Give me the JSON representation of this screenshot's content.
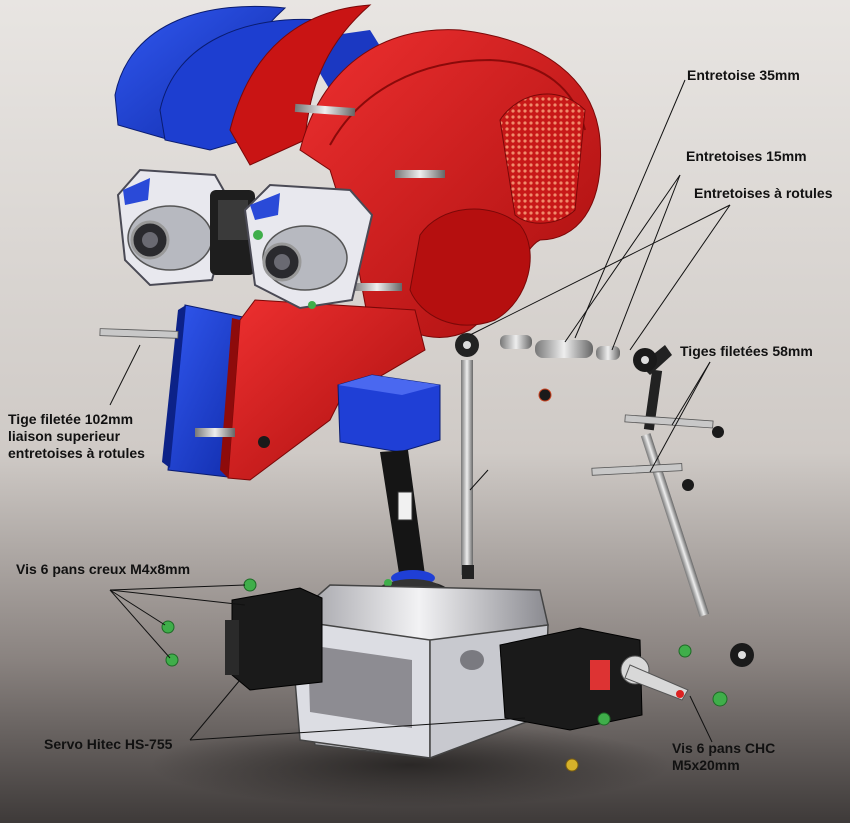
{
  "labels": {
    "entretoise_35": "Entretoise 35mm",
    "entretoises_15": "Entretoises 15mm",
    "entretoises_rotules": "Entretoises à rotules",
    "tiges_58": "Tiges filetées 58mm",
    "tige_102_line1": "Tige filetée 102mm",
    "tige_102_line2": "liaison superieur",
    "tige_102_line3": "entretoises à rotules",
    "vis_creux": "Vis 6 pans creux M4x8mm",
    "servo": "Servo Hitec HS-755",
    "vis_chc_line1": "Vis 6 pans CHC",
    "vis_chc_line2": "M5x20mm"
  },
  "colors": {
    "background_light": "#e6e2df",
    "background_dark": "#3e3a39",
    "red_part": "#d51a1a",
    "blue_part": "#1f3fd6",
    "servo_black": "#1a1a1a",
    "frame_grey": "#dcdde3",
    "screw_green": "#3fae4a"
  }
}
